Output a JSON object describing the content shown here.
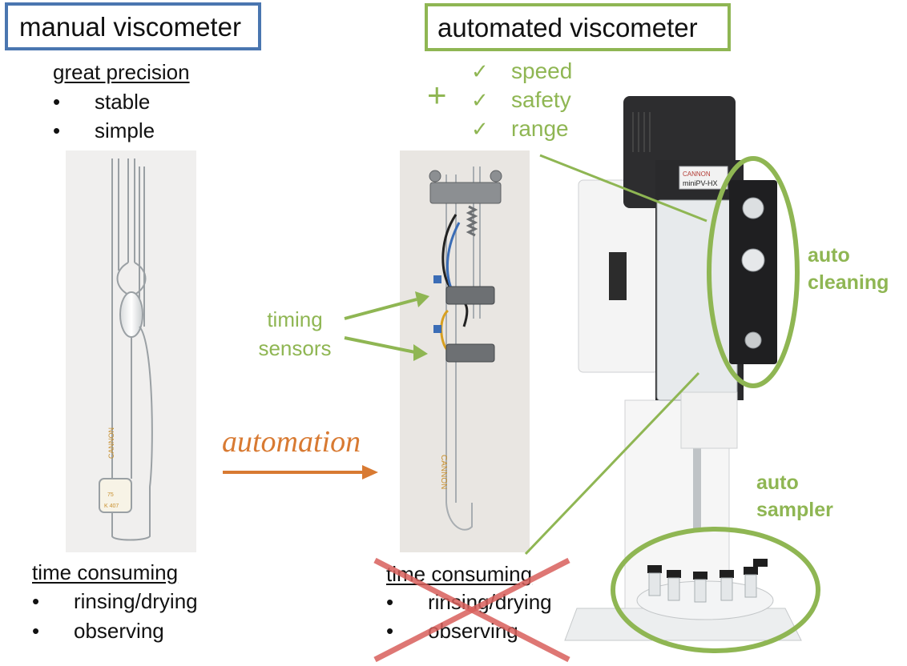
{
  "manual": {
    "title": "manual viscometer",
    "advantage_heading": "great precision",
    "advantages": [
      "stable",
      "simple"
    ],
    "drawback_heading": "time consuming",
    "drawbacks": [
      "rinsing/drying",
      "observing"
    ],
    "tube_labels": [
      "CANNON",
      "75",
      "K 407"
    ]
  },
  "automated": {
    "title": "automated viscometer",
    "plus_symbol": "+",
    "check_symbol": "✓",
    "benefits": [
      "speed",
      "safety",
      "range"
    ],
    "sensor_label_line1": "timing",
    "sensor_label_line2": "sensors",
    "cleaning_label_line1": "auto",
    "cleaning_label_line2": "cleaning",
    "sampler_label_line1": "auto",
    "sampler_label_line2": "sampler",
    "crossed_heading": "time consuming",
    "crossed_items": [
      "rinsing/drying",
      "observing"
    ],
    "tube_label": "CANNON",
    "instrument_brand": "CANNON",
    "instrument_model": "miniPV-HX"
  },
  "transition": {
    "label": "automation"
  },
  "colors": {
    "manual_box": "#4a76b0",
    "automated_box": "#8fb653",
    "accent_green": "#8fb653",
    "automation_orange": "#d87a32",
    "cross_red": "#d9605c"
  }
}
